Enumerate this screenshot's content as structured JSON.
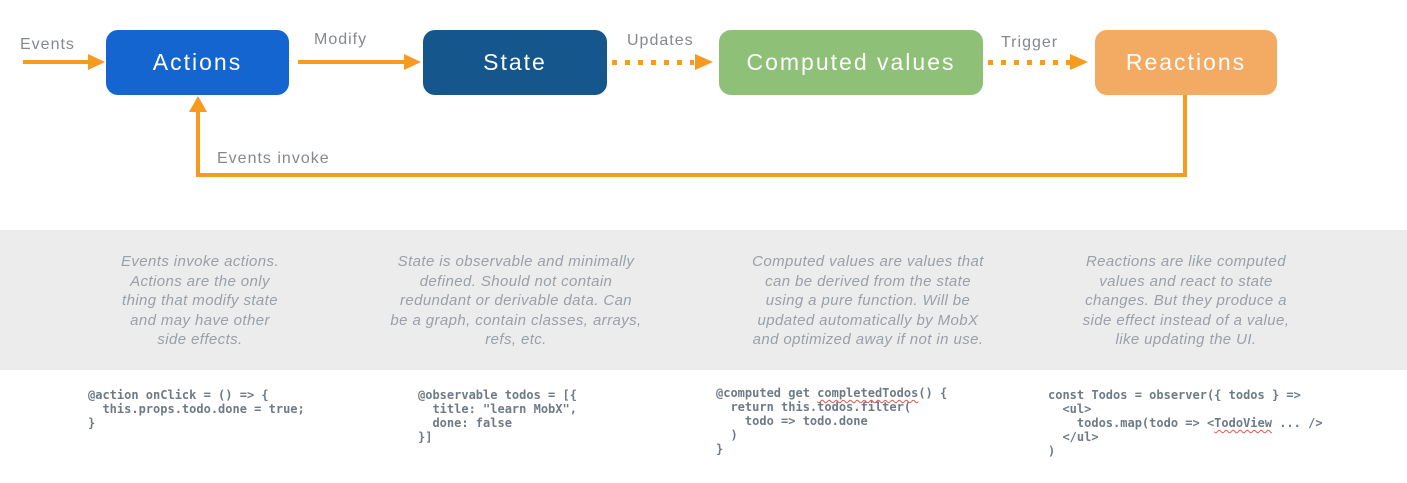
{
  "diagram": {
    "nodes": [
      {
        "id": "actions",
        "label": "Actions",
        "color": "#1565d1"
      },
      {
        "id": "state",
        "label": "State",
        "color": "#15568d"
      },
      {
        "id": "computed",
        "label": "Computed values",
        "color": "#8ec077"
      },
      {
        "id": "reactions",
        "label": "Reactions",
        "color": "#f3aa63"
      }
    ],
    "edge_labels": {
      "events": "Events",
      "modify": "Modify",
      "updates": "Updates",
      "trigger": "Trigger",
      "events_invoke": "Events invoke"
    },
    "arrow_color": "#f79a1d",
    "band_color": "#ececec"
  },
  "descriptions": [
    {
      "lines": [
        "Events invoke actions.",
        "Actions are the only",
        "thing that modify state",
        "and may have other",
        "side effects."
      ]
    },
    {
      "lines": [
        "State is observable and minimally",
        "defined. Should not contain",
        "redundant or derivable data. Can",
        "be a graph, contain classes, arrays,",
        "refs, etc."
      ]
    },
    {
      "lines": [
        "Computed values are values that",
        "can be derived from the state",
        "using a pure function. Will be",
        "updated automatically by MobX",
        "and optimized away if not in use."
      ]
    },
    {
      "lines": [
        "Reactions are like computed",
        "values and react to state",
        "changes. But they produce a",
        "side effect instead of a value,",
        "like updating the UI."
      ]
    }
  ],
  "code": {
    "text_color": "#6e7b87",
    "squiggle_words": [
      "completedTodos",
      "TodoView"
    ],
    "snippets": [
      {
        "lines": [
          "@action onClick = () => {",
          "  this.props.todo.done = true;",
          "}"
        ]
      },
      {
        "lines": [
          "@observable todos = [{",
          "  title: \"learn MobX\",",
          "  done: false",
          "}]"
        ]
      },
      {
        "lines": [
          "@computed get completedTodos() {",
          "  return this.todos.filter(",
          "    todo => todo.done",
          "  )",
          "}"
        ]
      },
      {
        "lines": [
          "const Todos = observer({ todos } =>",
          "  <ul>",
          "    todos.map(todo => <TodoView ... />",
          "  </ul>",
          ")"
        ]
      }
    ]
  }
}
